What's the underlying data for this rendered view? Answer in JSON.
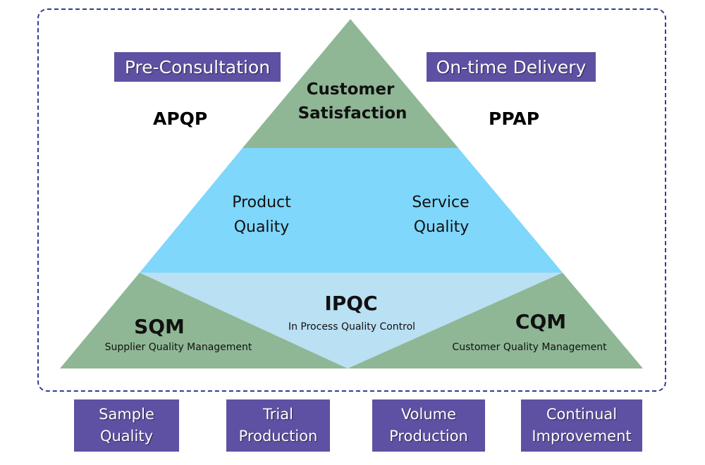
{
  "frame": {
    "border_color": "#2f3f8f"
  },
  "colors": {
    "apex": "#8fb795",
    "middle": "#7fd7fb",
    "bottom_center": "#b9e0f3",
    "bottom_sides": "#8fb795",
    "label_box": "#5e51a3"
  },
  "top_labels": {
    "left": "Pre-Consultation",
    "right": "On-time Delivery"
  },
  "side_labels": {
    "left": "APQP",
    "right": "PPAP"
  },
  "pyramid": {
    "apex": {
      "line1": "Customer",
      "line2": "Satisfaction"
    },
    "middle": {
      "left": {
        "line1": "Product",
        "line2": "Quality"
      },
      "right": {
        "line1": "Service",
        "line2": "Quality"
      }
    },
    "bottom": {
      "left": {
        "title": "SQM",
        "subtitle": "Supplier Quality Management"
      },
      "center": {
        "title": "IPQC",
        "subtitle": "In Process Quality Control"
      },
      "right": {
        "title": "CQM",
        "subtitle": "Customer Quality Management"
      }
    }
  },
  "bottom_steps": [
    {
      "line1": "Sample",
      "line2": "Quality"
    },
    {
      "line1": "Trial",
      "line2": "Production"
    },
    {
      "line1": "Volume",
      "line2": "Production"
    },
    {
      "line1": "Continual",
      "line2": "Improvement"
    }
  ]
}
